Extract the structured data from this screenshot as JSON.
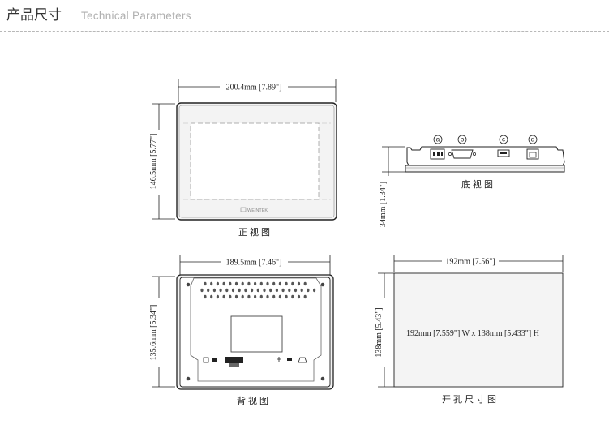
{
  "header": {
    "title_cn": "产品尺寸",
    "title_en": "Technical Parameters"
  },
  "front_view": {
    "width_label": "200.4mm [7.89\"]",
    "height_label": "146.5mm [5.77\"]",
    "caption": "正视图",
    "logo_text": "WEINTEK"
  },
  "bottom_view": {
    "depth_label": "34mm [1.34\"]",
    "caption": "底视图",
    "ports": [
      "a",
      "b",
      "c",
      "d"
    ]
  },
  "back_view": {
    "width_label": "189.5mm [7.46\"]",
    "height_label": "135.6mm [5.34\"]",
    "caption": "背视图"
  },
  "cutout": {
    "width_label": "192mm [7.56\"]",
    "height_label": "138mm [5.43\"]",
    "inner_label": "192mm [7.559\"] W x 138mm [5.433\"] H",
    "caption": "开孔尺寸图"
  },
  "colors": {
    "line": "#222222",
    "bezel": "#f3f3f3",
    "dash": "#a8a8a8",
    "cutout_fill": "#f4f4f4"
  }
}
